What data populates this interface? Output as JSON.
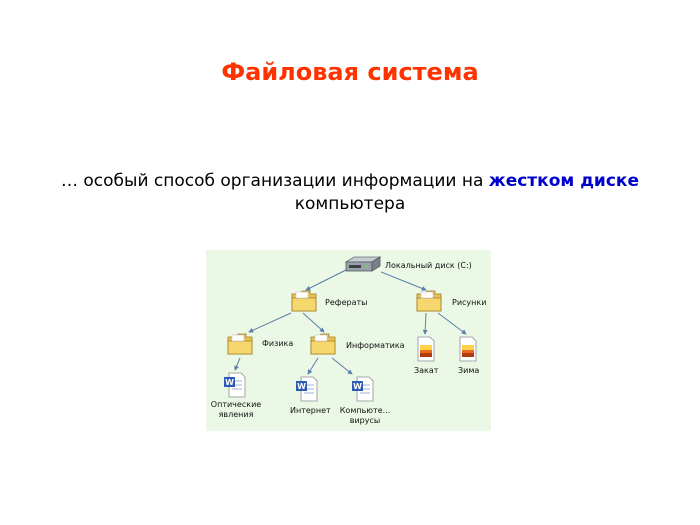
{
  "slide": {
    "title": "Файловая система",
    "desc_prefix": "… особый способ организации информации на ",
    "desc_highlight": "жестком диске",
    "desc_suffix": "компьютера"
  },
  "tree": {
    "root": {
      "label": "Локальный диск (C:)",
      "icon": "hard-drive-icon"
    },
    "folders": [
      {
        "label": "Рефераты",
        "icon": "folder-icon"
      },
      {
        "label": "Рисунки",
        "icon": "folder-icon"
      },
      {
        "label": "Физика",
        "icon": "folder-icon"
      },
      {
        "label": "Информатика",
        "icon": "folder-icon"
      }
    ],
    "files": [
      {
        "label": "Оптические явления",
        "icon": "word-document-icon"
      },
      {
        "label": "Интернет",
        "icon": "word-document-icon"
      },
      {
        "label": "Компьюте... вирусы",
        "icon": "word-document-icon"
      },
      {
        "label": "Закат",
        "icon": "image-file-icon"
      },
      {
        "label": "Зима",
        "icon": "image-file-icon"
      }
    ],
    "colors": {
      "background": "#ecf8e6",
      "lines": "#5a7fa8",
      "folder": "#f5d76e",
      "title": "#ff3300",
      "highlight": "#0000cc"
    }
  }
}
